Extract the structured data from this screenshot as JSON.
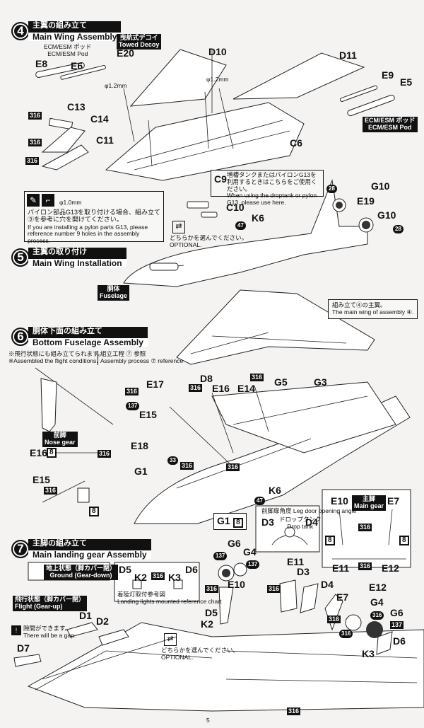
{
  "steps": [
    {
      "num": "4",
      "jp": "主翼の組み立て",
      "en": "Main Wing Assembly"
    },
    {
      "num": "5",
      "jp": "主翼の取り付け",
      "en": "Main Wing Installation"
    },
    {
      "num": "6",
      "jp": "胴体下面の組み立て",
      "en": "Bottom Fuselage Assembly"
    },
    {
      "num": "7",
      "jp": "主脚の組み立て",
      "en": "Main landing gear Assembly"
    }
  ],
  "step4": {
    "ecm_left_jp": "ECM/ESM ポッド",
    "ecm_left_en": "ECM/ESM Pod",
    "decoy_jp": "曳航式デコイ",
    "decoy_en": "Towed Decoy",
    "ecm_right_jp": "ECM/ESM ポッド",
    "ecm_right_en": "ECM/ESM Pod",
    "drill1": "φ1.2mm",
    "drill2": "φ1.2mm",
    "parts": [
      "E20",
      "E8",
      "E6",
      "D10",
      "D11",
      "E9",
      "E5",
      "C13",
      "C14",
      "C11",
      "C6",
      "C9",
      "C10",
      "K6",
      "G10",
      "E19",
      "G10"
    ],
    "paint": [
      "316",
      "316",
      "316",
      "28",
      "28",
      "47"
    ],
    "pylon_drill": "φ1.0mm",
    "pylon_jp": "パイロン部品G13を取り付ける場合、組み立て⑨を参考に穴を開けてください。",
    "pylon_en": "If you are installing a pylon parts G13, please reference number 9 holes in the assembly process.",
    "c9_jp": "増槽タンクまたはパイロンG13を利用するときはこちらをご使用ください。",
    "c9_en": "When using the droptank or pylon G13, please use here.",
    "optional_jp": "どちらかを選んでください。",
    "optional_en": "OPTIONAL."
  },
  "step5": {
    "fuselage_jp": "胴体",
    "fuselage_en": "Fuselage",
    "wing_note_jp": "組み立て④の主翼。",
    "wing_note_en": "The main wing of assembly ④."
  },
  "step6": {
    "flight_jp": "※飛行状態にも組み立てられます。",
    "flight_en": "※Assembled the flight conditions.",
    "ref_jp": "組立工程 ⑦ 参照",
    "ref_en": "Assembly process ⑦ reference",
    "nose_jp": "前脚",
    "nose_en": "Nose gear",
    "parts": [
      "E17",
      "D8",
      "E16",
      "E14",
      "G5",
      "G3",
      "E15",
      "E18",
      "G1",
      "K6",
      "E16",
      "E15",
      "G1"
    ],
    "paint": [
      "316",
      "137",
      "316",
      "316",
      "33",
      "316",
      "316",
      "8",
      "316",
      "8",
      "47",
      "8"
    ],
    "door_jp": "前脚扉角度",
    "door_en": "Leg door opening angle",
    "door_l": "D3",
    "door_r": "D4",
    "tank_jp": "ドロップタンク",
    "tank_en": "Drop tank",
    "main_jp": "主脚",
    "main_en": "Main gear",
    "mg_parts": [
      "E10",
      "E7",
      "E11",
      "E12"
    ],
    "mg_paint": [
      "316",
      "8",
      "8",
      "316"
    ]
  },
  "step7": {
    "ground_jp": "地上状態（脚カバー閉）",
    "ground_en": "Ground (Gear-down)",
    "flight_jp": "飛行状態（脚カバー閉）",
    "flight_en": "Flight (Gear-up)",
    "gap_jp": "隙間ができます。",
    "gap_en": "There will be a gap.",
    "light_jp": "着陸灯取付参考図",
    "light_en": "Landing lights mounted reference chart",
    "light_parts": [
      "D5",
      "K2",
      "316",
      "K3",
      "D6"
    ],
    "optional_jp": "どちらかを選んでください。",
    "optional_en": "OPTIONAL.",
    "parts": [
      "G6",
      "G4",
      "E11",
      "E10",
      "D3",
      "D4",
      "E12",
      "E7",
      "G4",
      "G6",
      "D5",
      "K2",
      "K3",
      "D6",
      "D1",
      "D2",
      "D7"
    ],
    "paint": [
      "137",
      "137",
      "316",
      "316",
      "316",
      "137",
      "316",
      "316"
    ]
  },
  "footer": "5"
}
